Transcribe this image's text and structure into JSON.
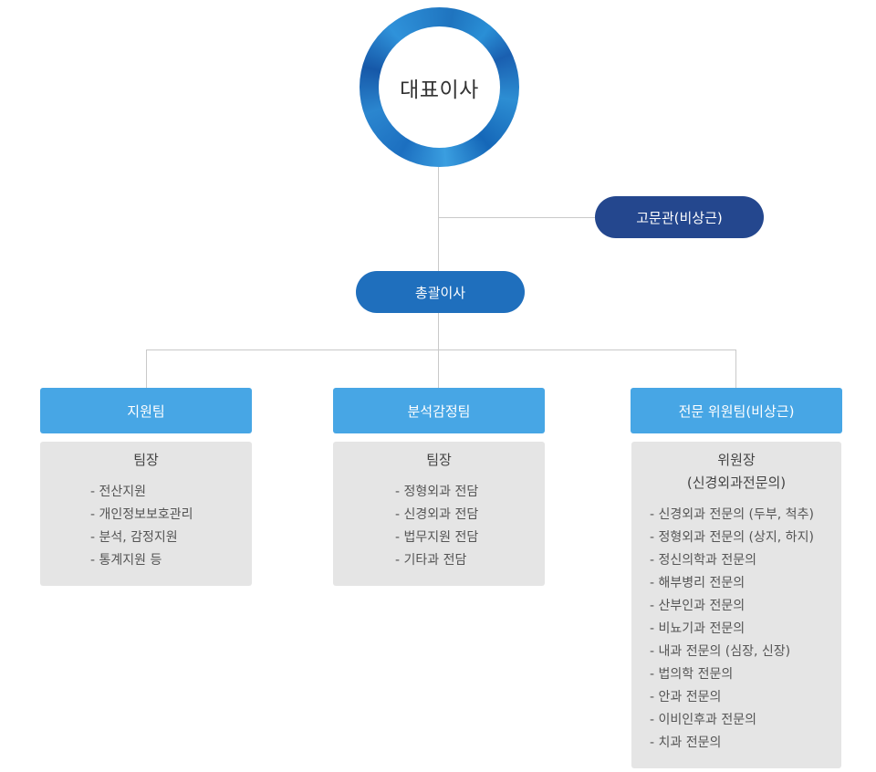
{
  "ceo": {
    "label": "대표이사"
  },
  "advisor": {
    "label": "고문관(비상근)"
  },
  "director": {
    "label": "총괄이사"
  },
  "teams": [
    {
      "name": "지원팀",
      "leader": "팀장",
      "duties": [
        "- 전산지원",
        "- 개인정보보호관리",
        "- 분석, 감정지원",
        "- 통계지원 등"
      ]
    },
    {
      "name": "분석감정팀",
      "leader": "팀장",
      "duties": [
        "- 정형외과 전담",
        "- 신경외과 전담",
        "- 법무지원 전담",
        "- 기타과 전담"
      ]
    },
    {
      "name": "전문 위원팀(비상근)",
      "leader": "위원장",
      "leader_sub": "(신경외과전문의)",
      "duties": [
        "- 신경외과 전문의 (두부, 척추)",
        "- 정형외과 전문의 (상지, 하지)",
        "- 정신의학과 전문의",
        "- 해부병리 전문의",
        "- 산부인과 전문의",
        "- 비뇨기과 전문의",
        "- 내과 전문의 (심장, 신장)",
        "- 법의학 전문의",
        "- 안과 전문의",
        "- 이비인후과 전문의",
        "- 치과 전문의"
      ]
    }
  ],
  "colors": {
    "ring": "#1f74bf",
    "advisor": "#24478e",
    "director": "#1f6fbd",
    "team_header": "#47a6e5",
    "team_box": "#e5e5e5",
    "connector": "#c9c9c9"
  }
}
